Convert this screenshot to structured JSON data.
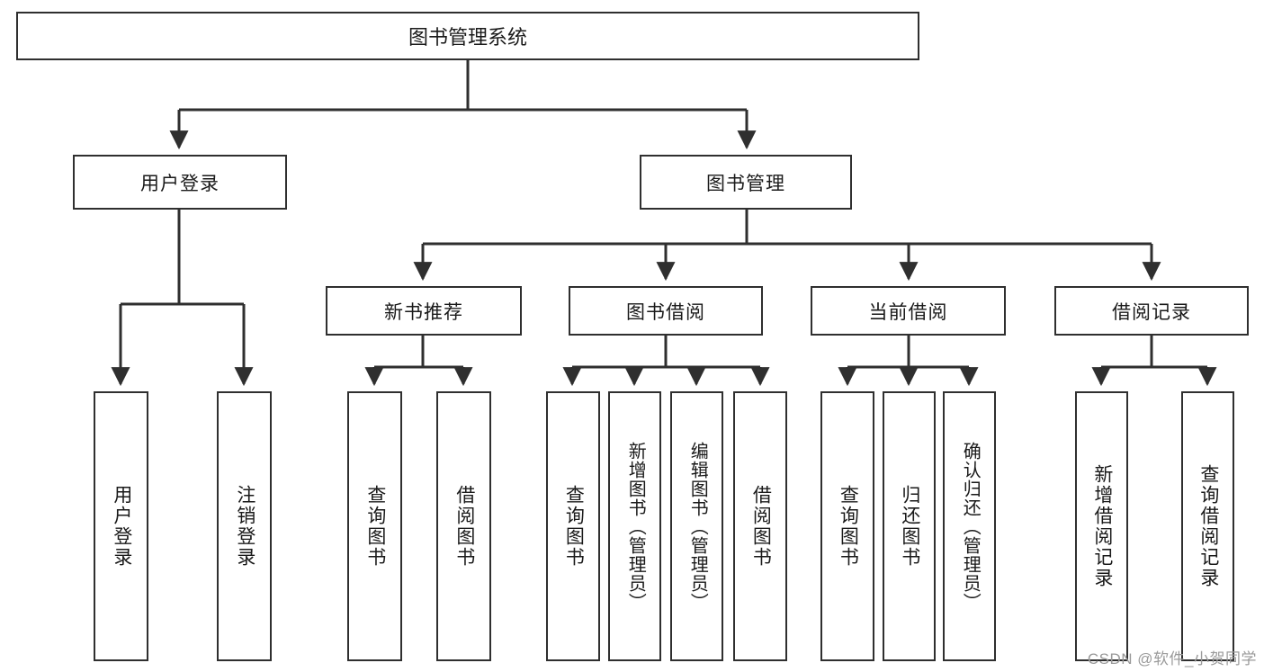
{
  "diagram": {
    "title": "图书管理系统",
    "type": "tree-hierarchy-diagram",
    "colors": {
      "box_border": "#2f2f2f",
      "box_fill": "#ffffff",
      "connector": "#2f2f2f",
      "text": "#1a1a1a",
      "watermark": "#9a9a9a",
      "background": "#ffffff"
    },
    "root": {
      "label": "图书管理系统"
    },
    "level2": [
      {
        "label": "用户登录"
      },
      {
        "label": "图书管理"
      }
    ],
    "level3": [
      {
        "label": "新书推荐"
      },
      {
        "label": "图书借阅"
      },
      {
        "label": "当前借阅"
      },
      {
        "label": "借阅记录"
      }
    ],
    "leaves": {
      "user_login": [
        {
          "label": "用户登录"
        },
        {
          "label": "注销登录"
        }
      ],
      "new_book": [
        {
          "label": "查询图书"
        },
        {
          "label": "借阅图书"
        }
      ],
      "book_borrow": [
        {
          "label": "查询图书"
        },
        {
          "label": "新增图书（管理员）"
        },
        {
          "label": "编辑图书（管理员）"
        },
        {
          "label": "借阅图书"
        }
      ],
      "current_borrow": [
        {
          "label": "查询图书"
        },
        {
          "label": "归还图书"
        },
        {
          "label": "确认归还（管理员）"
        }
      ],
      "borrow_record": [
        {
          "label": "新增借阅记录"
        },
        {
          "label": "查询借阅记录"
        }
      ]
    },
    "watermark": "CSDN @软件_小贺同学"
  }
}
